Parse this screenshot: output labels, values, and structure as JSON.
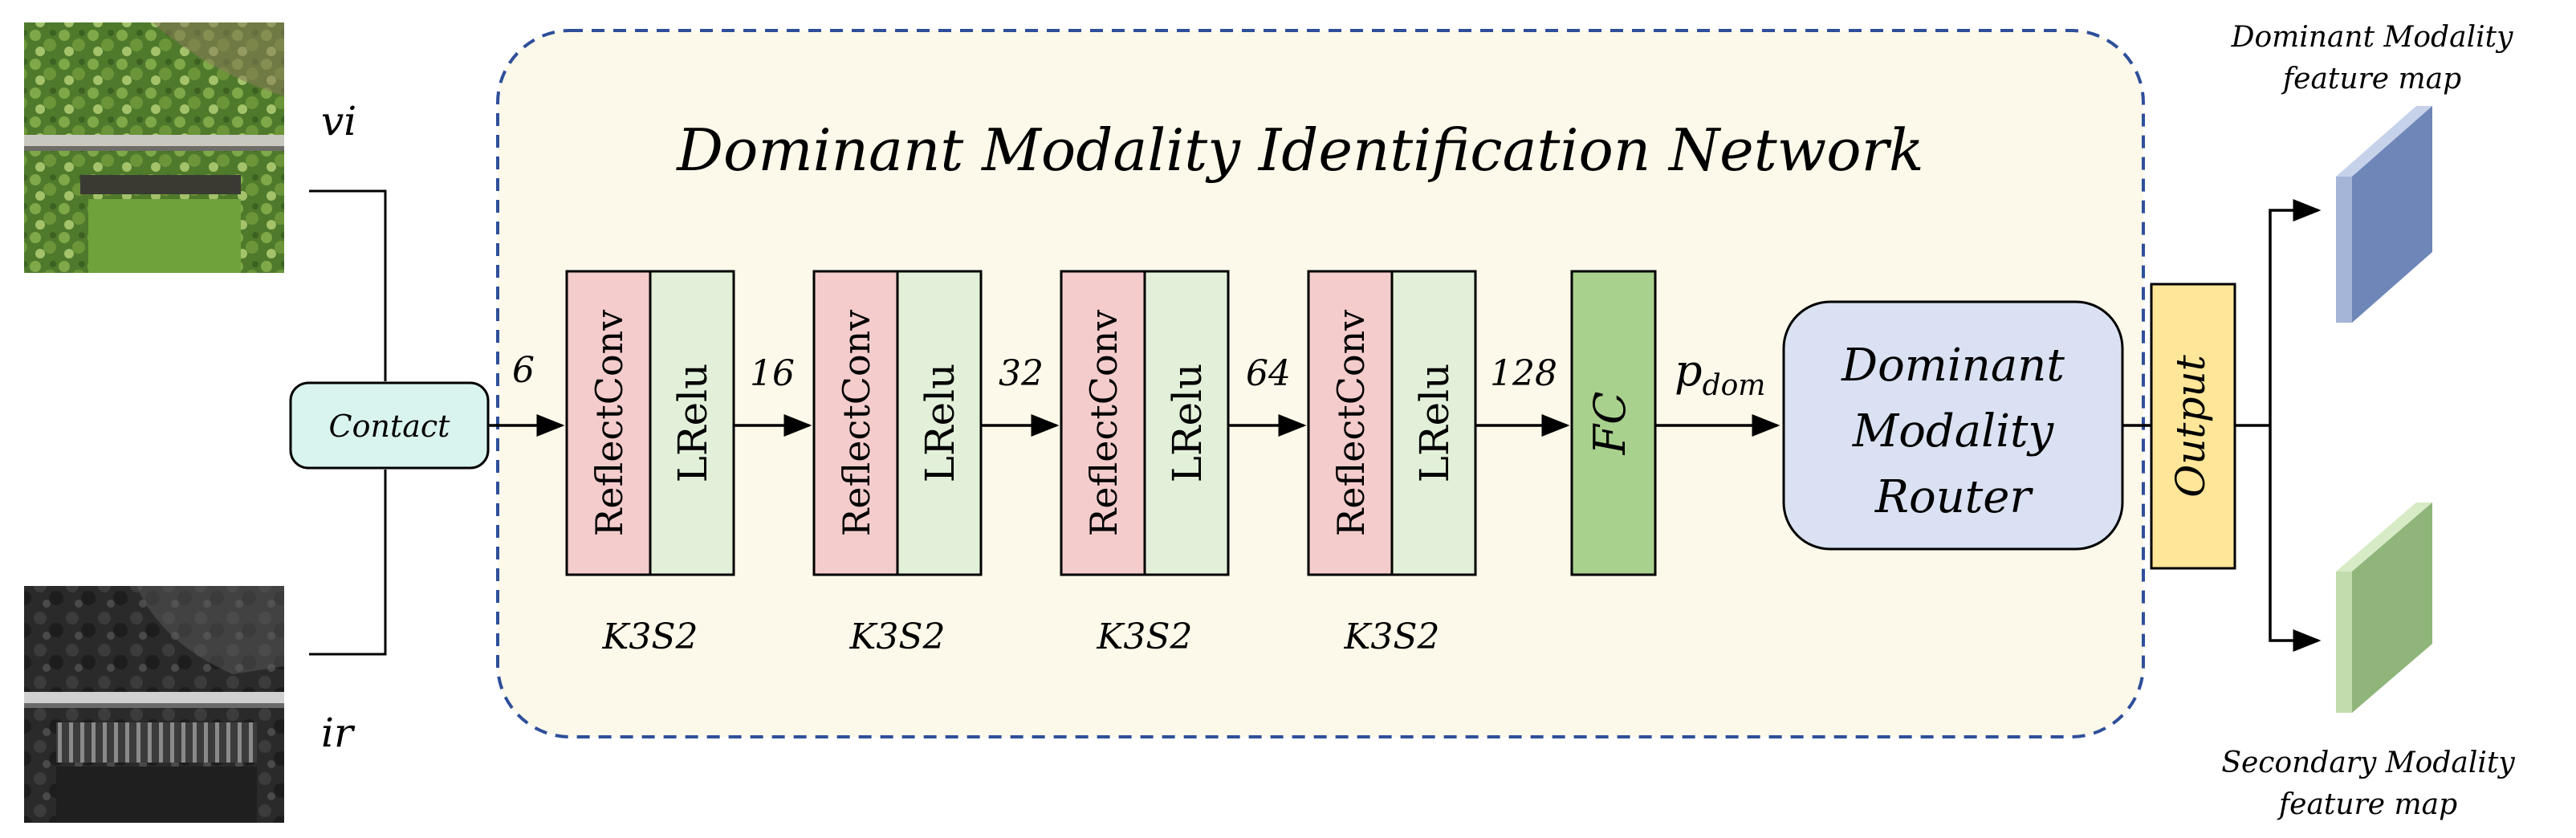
{
  "title": "Dominant Modality Identification Network",
  "inputs": {
    "visible_label": "vi",
    "infrared_label": "ir"
  },
  "concat_label": "Contact",
  "channel_labels": [
    "6",
    "16",
    "32",
    "64",
    "128"
  ],
  "conv_blocks": [
    {
      "conv": "ReflectConv",
      "act": "LRelu",
      "kernel": "K3S2"
    },
    {
      "conv": "ReflectConv",
      "act": "LRelu",
      "kernel": "K3S2"
    },
    {
      "conv": "ReflectConv",
      "act": "LRelu",
      "kernel": "K3S2"
    },
    {
      "conv": "ReflectConv",
      "act": "LRelu",
      "kernel": "K3S2"
    }
  ],
  "fc_label": "FC",
  "p_dom": {
    "base": "p",
    "subscript": "dom"
  },
  "router_lines": [
    "Dominant",
    "Modality",
    "Router"
  ],
  "output_label": "Output",
  "dominant_map_lines": [
    "Dominant Modality",
    "feature map"
  ],
  "secondary_map_lines": [
    "Secondary Modality",
    "feature map"
  ],
  "colors": {
    "container_fill": "#fdf9ea",
    "container_border": "#2e4f9a",
    "conv_fill": "#f4cccc",
    "act_fill": "#e2f0d9",
    "fc_fill": "#a9d18e",
    "router_fill": "#d9e1f2",
    "output_fill": "#ffe699",
    "concat_fill": "#d9f3ee",
    "dominant_map": "#6f86b8",
    "secondary_map": "#8fb57a"
  }
}
